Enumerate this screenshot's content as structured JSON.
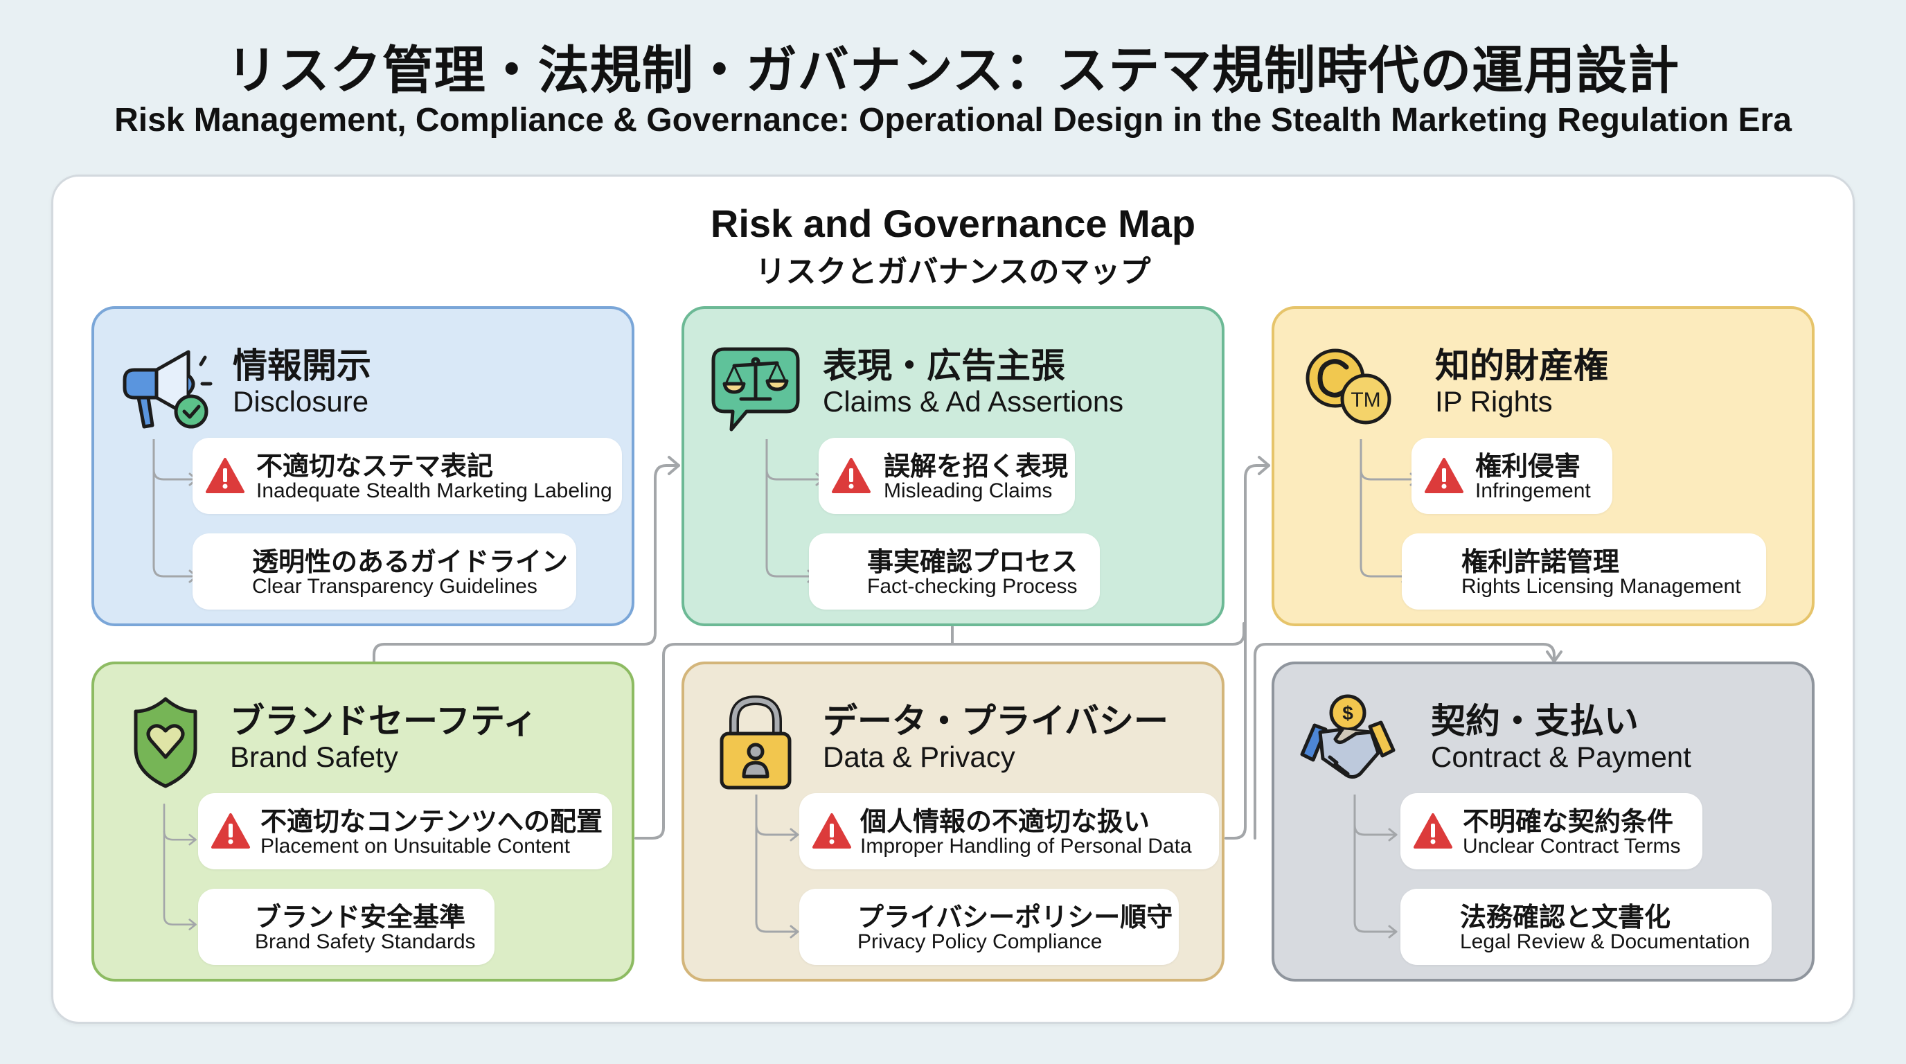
{
  "header": {
    "title_jp": "リスク管理・法規制・ガバナンス：ステマ規制時代の運用設計",
    "title_en": "Risk Management, Compliance & Governance: Operational Design in the Stealth Marketing Regulation Era"
  },
  "map": {
    "title_en": "Risk and Governance Map",
    "title_jp": "リスクとガバナンスのマップ"
  },
  "colors": {
    "page_bg": "#e8f0f3",
    "panel_bg": "#ffffff",
    "warning_red": "#dc3b3b",
    "connector_gray": "#a3a6a9"
  },
  "cards": [
    {
      "id": "disclosure",
      "title_jp": "情報開示",
      "title_en": "Disclosure",
      "icon": "megaphone-check-icon",
      "bg": "#d9e8f7",
      "border": "#7aa6d8",
      "items": [
        {
          "jp": "不適切なステマ表記",
          "en": "Inadequate Stealth Marketing Labeling",
          "type": "risk",
          "icon": "warning-icon"
        },
        {
          "jp": "透明性のあるガイドライン",
          "en": "Clear Transparency Guidelines",
          "type": "control"
        }
      ]
    },
    {
      "id": "claims",
      "title_jp": "表現・広告主張",
      "title_en": "Claims & Ad Assertions",
      "icon": "scales-speech-bubble-icon",
      "bg": "#cdebdc",
      "border": "#6cb995",
      "items": [
        {
          "jp": "誤解を招く表現",
          "en": "Misleading Claims",
          "type": "risk",
          "icon": "warning-icon"
        },
        {
          "jp": "事実確認プロセス",
          "en": "Fact-checking Process",
          "type": "control"
        }
      ]
    },
    {
      "id": "ip",
      "title_jp": "知的財産権",
      "title_en": "IP Rights",
      "icon": "copyright-trademark-icon",
      "bg": "#fcebbd",
      "border": "#e6c46a",
      "items": [
        {
          "jp": "権利侵害",
          "en": "Infringement",
          "type": "risk",
          "icon": "warning-icon"
        },
        {
          "jp": "権利許諾管理",
          "en": "Rights Licensing Management",
          "type": "control"
        }
      ]
    },
    {
      "id": "brand",
      "title_jp": "ブランドセーフティ",
      "title_en": "Brand Safety",
      "icon": "shield-heart-icon",
      "bg": "#dcedc6",
      "border": "#8dbb62",
      "items": [
        {
          "jp": "不適切なコンテンツへの配置",
          "en": "Placement on Unsuitable Content",
          "type": "risk",
          "icon": "warning-icon"
        },
        {
          "jp": "ブランド安全基準",
          "en": "Brand Safety Standards",
          "type": "control"
        }
      ]
    },
    {
      "id": "privacy",
      "title_jp": "データ・プライバシー",
      "title_en": "Data & Privacy",
      "icon": "padlock-person-icon",
      "bg": "#efe8d6",
      "border": "#d3b57a",
      "items": [
        {
          "jp": "個人情報の不適切な扱い",
          "en": "Improper Handling of Personal Data",
          "type": "risk",
          "icon": "warning-icon"
        },
        {
          "jp": "プライバシーポリシー順守",
          "en": "Privacy Policy Compliance",
          "type": "control"
        }
      ]
    },
    {
      "id": "contract",
      "title_jp": "契約・支払い",
      "title_en": "Contract & Payment",
      "icon": "handshake-coin-icon",
      "bg": "#d7dadf",
      "border": "#8f959d",
      "items": [
        {
          "jp": "不明確な契約条件",
          "en": "Unclear Contract Terms",
          "type": "risk",
          "icon": "warning-icon"
        },
        {
          "jp": "法務確認と文書化",
          "en": "Legal Review & Documentation",
          "type": "control"
        }
      ]
    }
  ]
}
